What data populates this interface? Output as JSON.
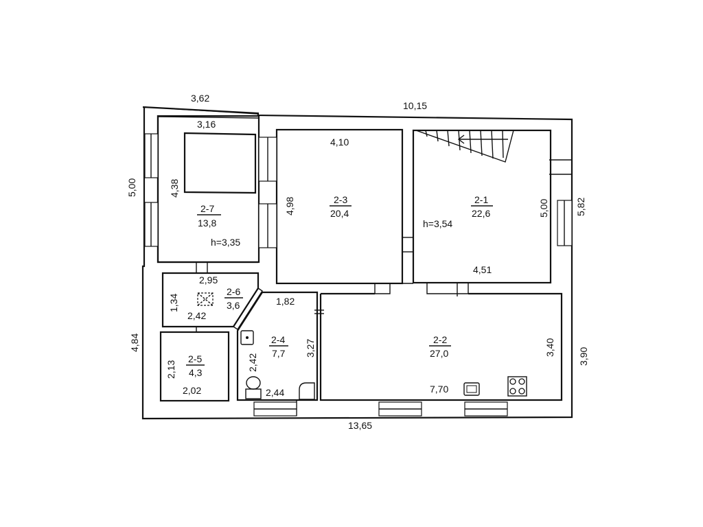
{
  "plan": {
    "outer_dims": {
      "top_left_width": "3,62",
      "top_total_width": "10,15",
      "left_upper_height": "5,00",
      "left_lower_height": "4,84",
      "right_upper_height": "5,82",
      "right_lower_height": "3,90",
      "bottom_width": "13,65"
    },
    "rooms": [
      {
        "id": "2-7",
        "area": "13,8",
        "width": "3,16",
        "depth": "4,38",
        "height": "h=3,35"
      },
      {
        "id": "2-3",
        "area": "20,4",
        "width": "4,10",
        "depth": "4,98"
      },
      {
        "id": "2-1",
        "area": "22,6",
        "width": "4,51",
        "depth": "5,00",
        "height": "h=3,54"
      },
      {
        "id": "2-6",
        "area": "3,6",
        "width_top": "2,95",
        "width_bottom": "2,42",
        "depth": "1,34"
      },
      {
        "id": "2-5",
        "area": "4,3",
        "width": "2,02",
        "depth": "2,13"
      },
      {
        "id": "2-4",
        "area": "7,7",
        "width_top": "1,82",
        "width_bottom": "2,44",
        "depth_left": "2,42",
        "depth_right": "3,27"
      },
      {
        "id": "2-2",
        "area": "27,0",
        "width": "7,70",
        "depth": "3,40"
      }
    ]
  }
}
